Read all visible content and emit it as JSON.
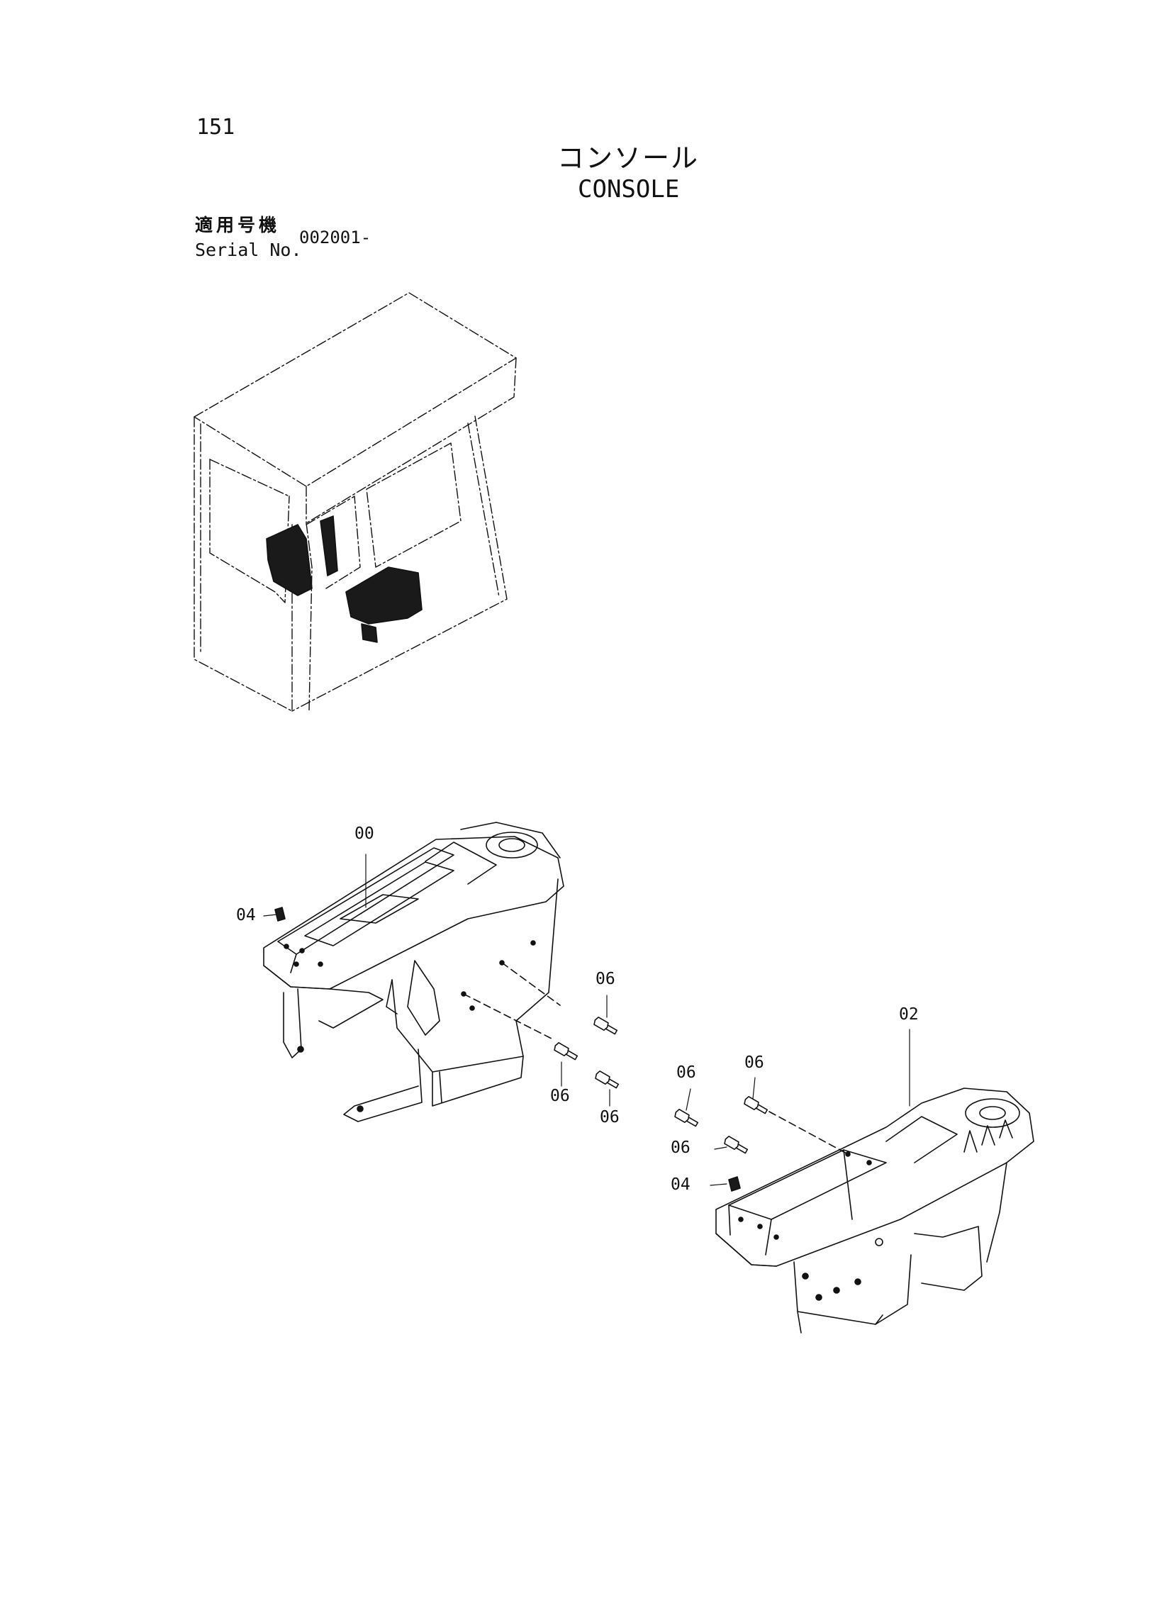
{
  "page": {
    "number": "151",
    "title_jp": "コンソール",
    "title_en": "CONSOLE"
  },
  "serial": {
    "label_jp": "適用号機",
    "label_en": "Serial No.",
    "value": "002001-"
  },
  "callouts": {
    "c00": "00",
    "c02": "02",
    "c04a": "04",
    "c04b": "04",
    "c06a": "06",
    "c06b": "06",
    "c06c": "06",
    "c06d": "06",
    "c06e": "06",
    "c06f": "06"
  },
  "colors": {
    "line": "#111111",
    "fill_dark": "#1a1a1a"
  }
}
